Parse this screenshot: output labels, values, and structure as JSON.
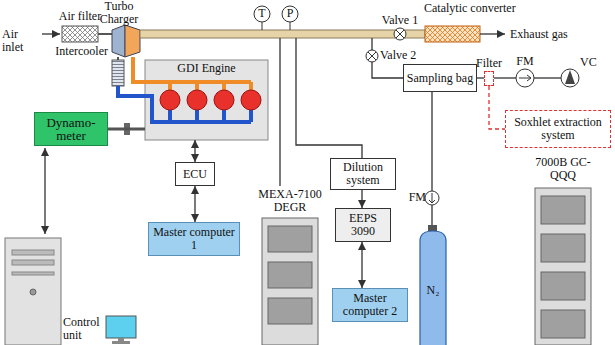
{
  "diagram": {
    "nodes": [
      {
        "text": [
          "GDI Engine"
        ]
      },
      {
        "text": [
          "Dynamo- meter"
        ]
      },
      {
        "text": [
          "ECU"
        ]
      },
      {
        "text": [
          "Master computer 1"
        ]
      },
      {
        "text": [
          "Sampling bag"
        ]
      },
      {
        "text": [
          "Filter"
        ]
      },
      {
        "text": [
          "Dilution system"
        ]
      },
      {
        "text": [
          "EEPS 3090"
        ]
      },
      {
        "text": [
          "Master computer 2"
        ]
      },
      {
        "text": [
          "Soxhlet extraction system"
        ]
      }
    ],
    "edges": [
      {
        "from": 1,
        "to": 0,
        "arrow": "none"
      },
      {
        "from": 2,
        "to": 0,
        "arrow": "both"
      },
      {
        "from": 2,
        "to": 3,
        "arrow": "both"
      },
      {
        "from": 4,
        "to": 5,
        "arrow": "none"
      },
      {
        "from": 6,
        "to": 7,
        "arrow": "to"
      },
      {
        "from": 7,
        "to": 8,
        "arrow": "both"
      },
      {
        "from": 5,
        "to": 9,
        "arrow": "none"
      }
    ],
    "labels": [
      "Air inlet",
      "Air filter",
      "Turbo Charger",
      "Intercooler",
      "T",
      "P",
      "Valve 1",
      "Catalytic converter",
      "Exhaust gas",
      "Valve 2",
      "FM",
      "VC",
      "FM",
      "N₂",
      "MEXA-7100 DEGR",
      "7000B GC-QQQ",
      "Control unit"
    ]
  }
}
